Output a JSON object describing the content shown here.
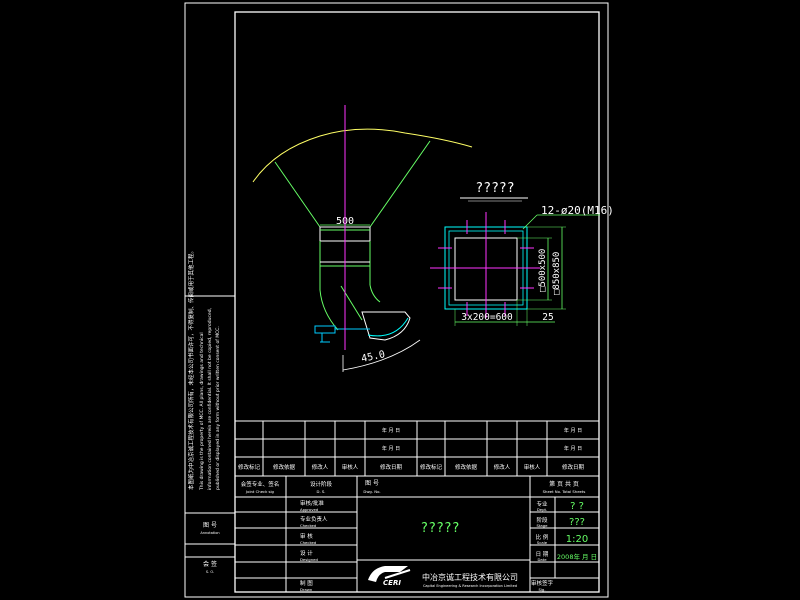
{
  "colors": {
    "background": "#000000",
    "frame": "#ffffff",
    "outline": "#ffff66",
    "plate": "#00ffff",
    "centerline": "#ff33ff",
    "dimension": "#66ff66",
    "bolt": "#00ccff"
  },
  "drawing": {
    "view_dim_width": "500",
    "view_dim_angle": "45.0",
    "section_title": "?????",
    "bolt_note": "12-ø20(M16)",
    "dim_spacing": "3x200=600",
    "dim_edge": "25",
    "dim_inner": "□500x500",
    "dim_outer": "□850x850"
  },
  "side_note": {
    "cn_line_1": "本图纸为中冶京诚工程技术有限公司所有，未经本公司书面许可，不得复制、传阅或用于其他工程。",
    "en_line_1": "This drawing is the property of MCC. All plans, drawings and technical",
    "en_line_2": "information contained herein are confidential. It shall not be copied, reproduced,",
    "en_line_3": "published or displayed in any form without prior written consent of MCC."
  },
  "left_panel": {
    "sheet_label_cn": "图 号",
    "sheet_label_en": "Annotation",
    "approval_cn": "会 签",
    "approval_en": "S. O."
  },
  "title_block": {
    "revision_rows": [
      {
        "cells": [
          "",
          "",
          "",
          "",
          "年 月 日"
        ]
      },
      {
        "cells": [
          "",
          "",
          "",
          "",
          "年 月 日"
        ]
      }
    ],
    "revision_headers_left": [
      "修改标记",
      "修改依据",
      "修改人",
      "审核人",
      "修改日期"
    ],
    "revision_headers_right": [
      "修改标记",
      "修改依据",
      "修改人",
      "审核人",
      "修改日期"
    ],
    "approval_cn": "会签专业、签名",
    "approval_en": "Joint Check sig",
    "design_stage_cn": "设计阶段",
    "design_stage_en": "D. S.",
    "drawing_no_cn": "图 号",
    "drawing_no_en": "Dwg. No.",
    "sheets_cn": "第 页 共 页",
    "sheets_en": "Sheet No.  Total Sheets",
    "roles": [
      {
        "cn": "审核/批准",
        "en": "Approved"
      },
      {
        "cn": "专业负责人",
        "en": "Checked"
      },
      {
        "cn": "审 核",
        "en": "Checked"
      },
      {
        "cn": "设 计",
        "en": "Designed"
      },
      {
        "cn": "制 图",
        "en": "Drawn"
      }
    ],
    "project_name": "?????",
    "stage_label_cn": "专业",
    "stage_label_en": "Dept.",
    "stage_value": "? ?",
    "phase_label_cn": "阶段",
    "phase_label_en": "Stage",
    "phase_value": "???",
    "scale_label_cn": "比 例",
    "scale_label_en": "Scale",
    "scale_value": "1:20",
    "date_label_cn": "日 期",
    "date_label_en": "Date",
    "date_value": "2008年 月 日",
    "sign_label_cn": "审核签字",
    "sign_label_en": "Sig.",
    "company_cn": "中冶京诚工程技术有限公司",
    "company_en": "Capital Engineering & Research Incorporation Limited",
    "logo_text": "CERI"
  }
}
